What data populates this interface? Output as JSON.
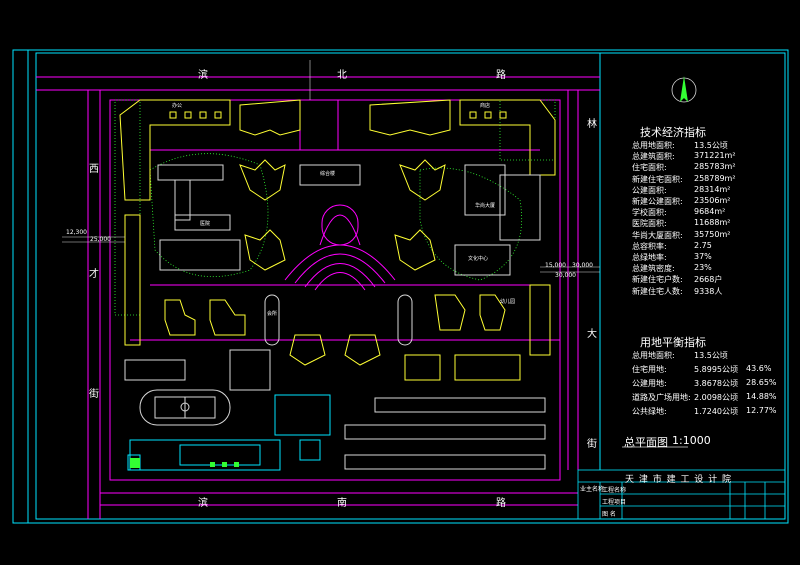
{
  "roads": {
    "north": [
      "滨",
      "北",
      "路"
    ],
    "south": [
      "滨",
      "南",
      "路"
    ],
    "west": [
      "西",
      "才",
      "街"
    ],
    "east": [
      "林",
      "大",
      "街"
    ]
  },
  "tech_indicators": {
    "heading": "技术经济指标",
    "rows": [
      {
        "k": "总用地面积:",
        "v": "13.5公顷"
      },
      {
        "k": "总建筑面积:",
        "v": "371221m²"
      },
      {
        "k": "住宅面积:",
        "v": "285783m²"
      },
      {
        "k": "新建住宅面积:",
        "v": "258789m²"
      },
      {
        "k": "公建面积:",
        "v": "28314m²"
      },
      {
        "k": "新建公建面积:",
        "v": "23506m²"
      },
      {
        "k": "学校面积:",
        "v": "9684m²"
      },
      {
        "k": "医院面积:",
        "v": "11688m²"
      },
      {
        "k": "华尚大厦面积:",
        "v": "35750m²"
      },
      {
        "k": "总容积率:",
        "v": "2.75"
      },
      {
        "k": "总绿地率:",
        "v": "37%"
      },
      {
        "k": "总建筑密度:",
        "v": "23%"
      },
      {
        "k": "新建住宅户数:",
        "v": "2668户"
      },
      {
        "k": "新建住宅人数:",
        "v": "9338人"
      }
    ]
  },
  "land_balance": {
    "heading": "用地平衡指标",
    "rows": [
      {
        "k": "总用地面积:",
        "v": "13.5公顷",
        "p": ""
      },
      {
        "k": "住宅用地:",
        "v": "5.8995公顷",
        "p": "43.6%"
      },
      {
        "k": "公建用地:",
        "v": "3.8678公顷",
        "p": "28.65%"
      },
      {
        "k": "道路及广场用地:",
        "v": "2.0098公顷",
        "p": "14.88%"
      },
      {
        "k": "公共绿地:",
        "v": "1.7240公顷",
        "p": "12.77%"
      }
    ]
  },
  "plan_title": "总平面图",
  "plan_scale": "1:1000",
  "institute": "天 津 市 建 工 设 计 院",
  "title_block": {
    "r1": "工程名称",
    "r2": "工程项目",
    "r3": "图    名",
    "left": "业主名称"
  },
  "dimensions": {
    "d1": "12,300",
    "d2": "25,000",
    "d3": "15,000",
    "d4": "30,000",
    "d5": "30,000"
  },
  "buildings": {
    "b1": "办公",
    "b2": "商店",
    "b3": "综合楼",
    "b4": "医院",
    "b5": "文化中心",
    "b6": "华尚大厦",
    "b7": "会所",
    "b8": "幼儿园"
  },
  "colors": {
    "frame": "#00e5ff",
    "road": "#ff00ff",
    "bldg": "#ffff33",
    "green": "#33ff33",
    "gray": "#a0a0a0"
  }
}
